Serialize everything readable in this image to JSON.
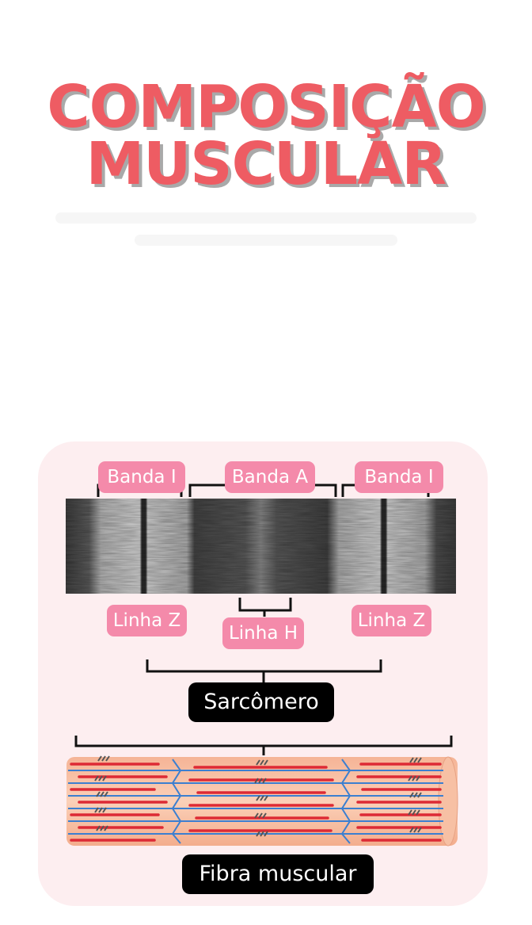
{
  "title": {
    "line1": "COMPOSIÇÃO",
    "line2": "MUSCULAR"
  },
  "labels": {
    "banda_i_left": "Banda I",
    "banda_a": "Banda A",
    "banda_i_right": "Banda I",
    "linha_z_left": "Linha Z",
    "linha_h": "Linha H",
    "linha_z_right": "Linha Z",
    "sarcomero": "Sarcômero",
    "fibra": "Fibra muscular"
  },
  "colors": {
    "title": "#ee5c63",
    "title_shadow": "#a9a9a9",
    "panel": "#fdeef0",
    "pill": "#f48aaa",
    "fiber": "#f9c4a8",
    "actin_red": "#dd2a35",
    "myosin_blue": "#3c7fd0"
  }
}
